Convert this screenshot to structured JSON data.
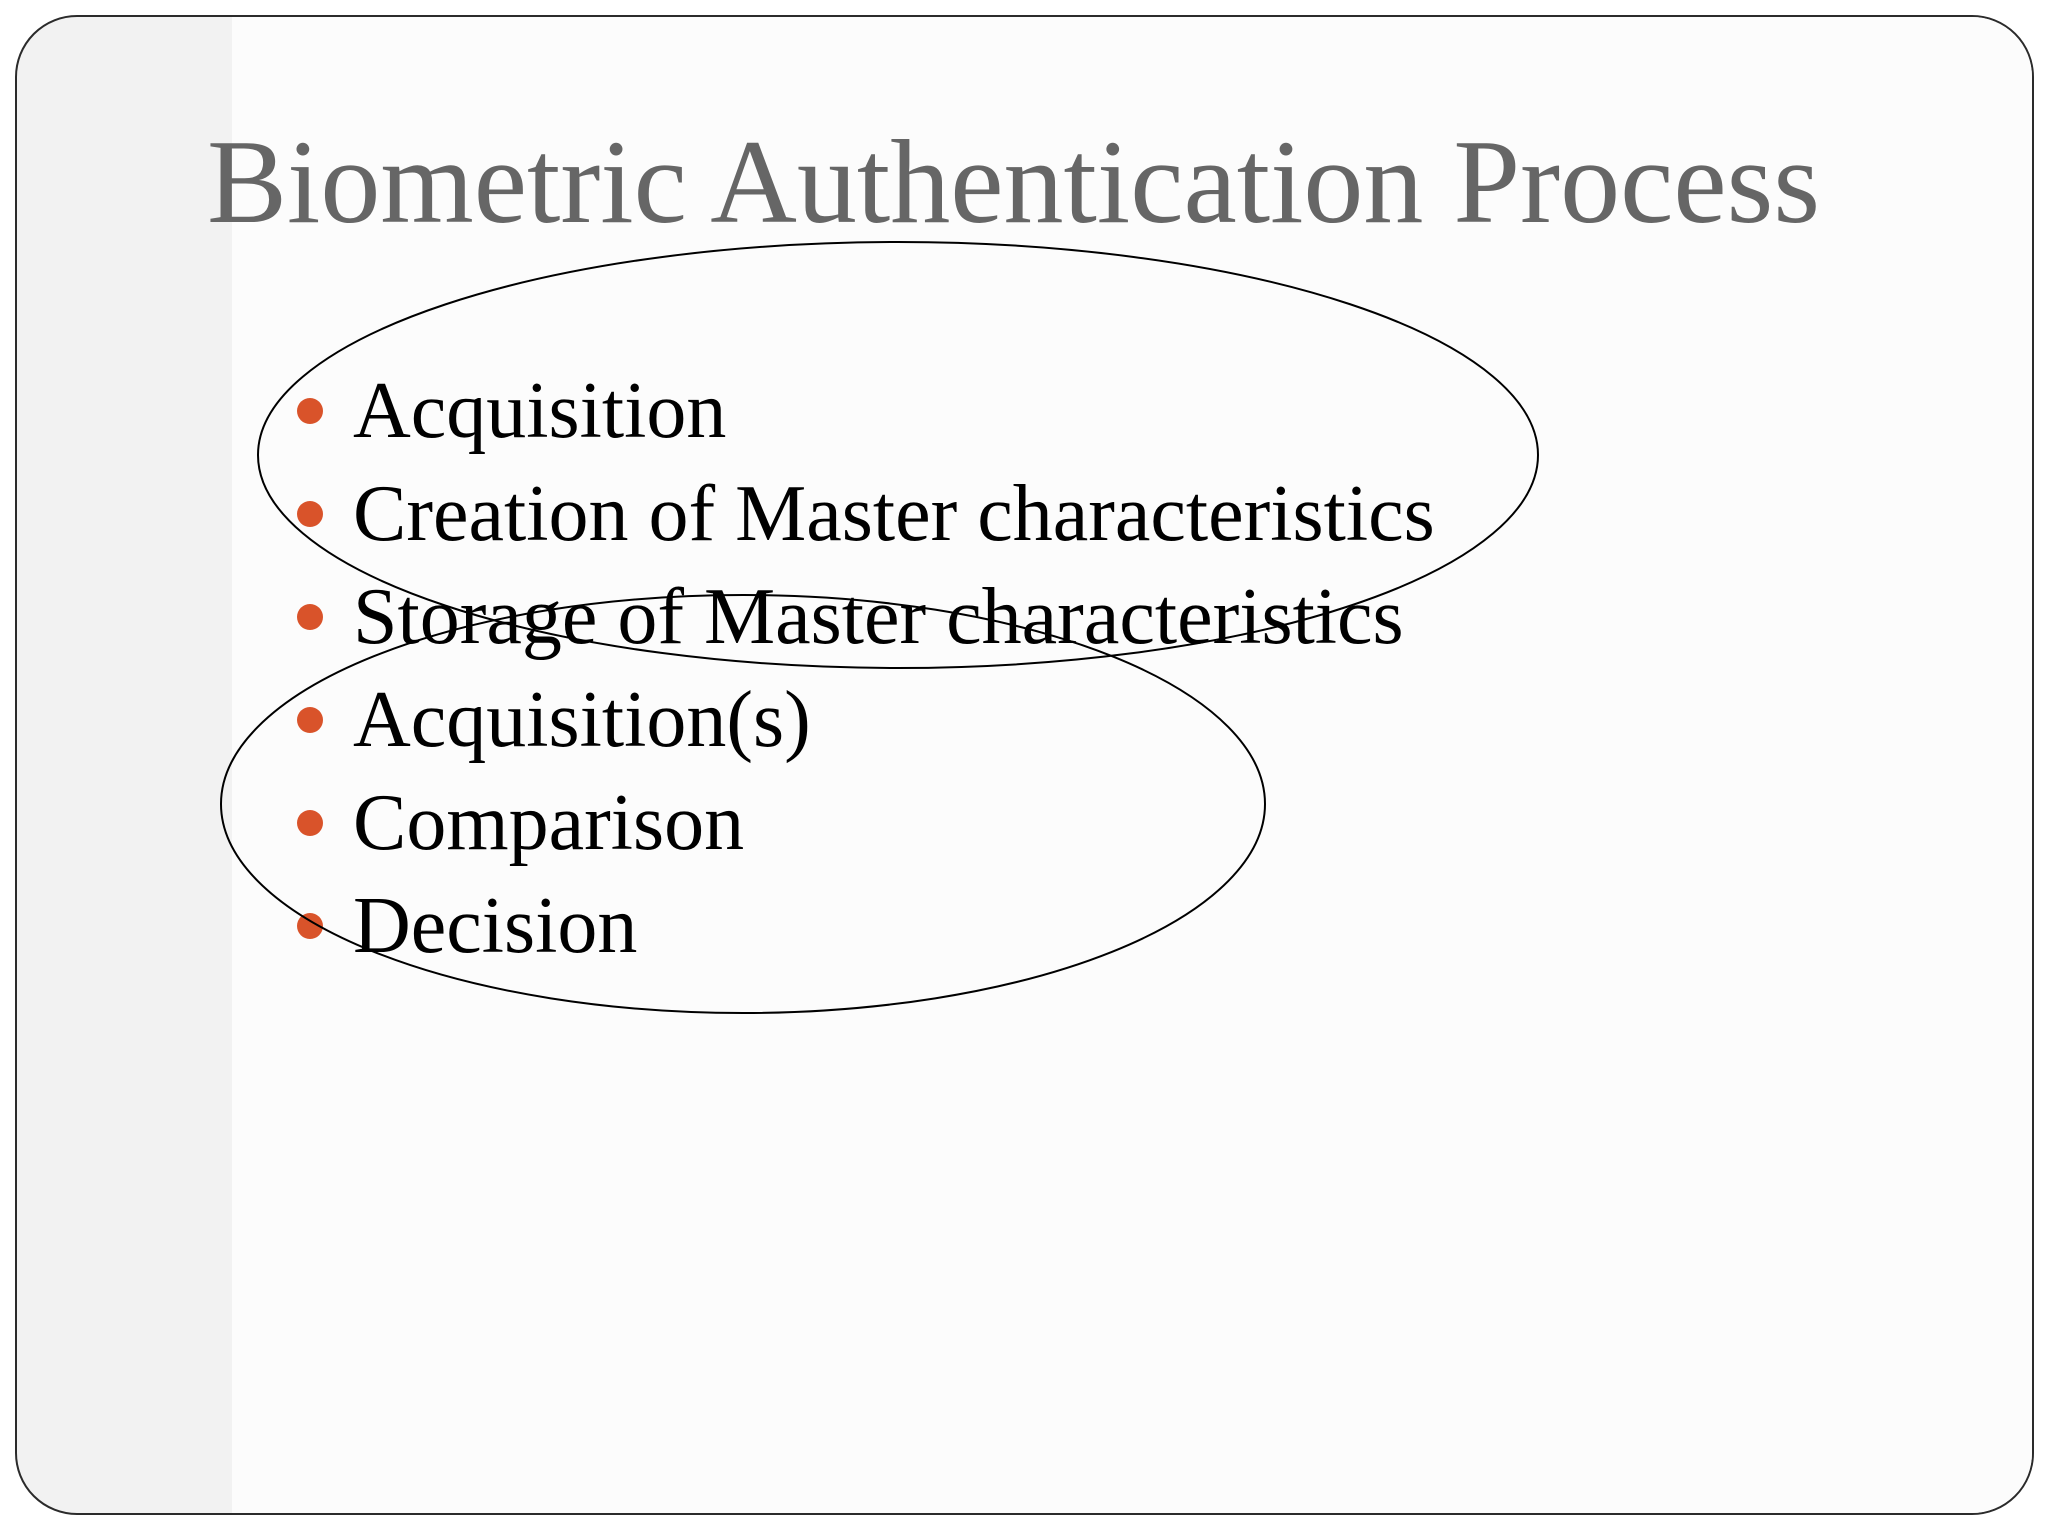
{
  "slide": {
    "title": "Biometric Authentication Process",
    "bullets": [
      "Acquisition",
      "Creation of Master characteristics",
      "Storage of Master characteristics",
      "Acquisition(s)",
      "Comparison",
      "Decision"
    ],
    "colors": {
      "title": "#666666",
      "bullet_dot": "#d9532a",
      "text": "#000000",
      "ellipse_stroke": "#000000"
    }
  }
}
